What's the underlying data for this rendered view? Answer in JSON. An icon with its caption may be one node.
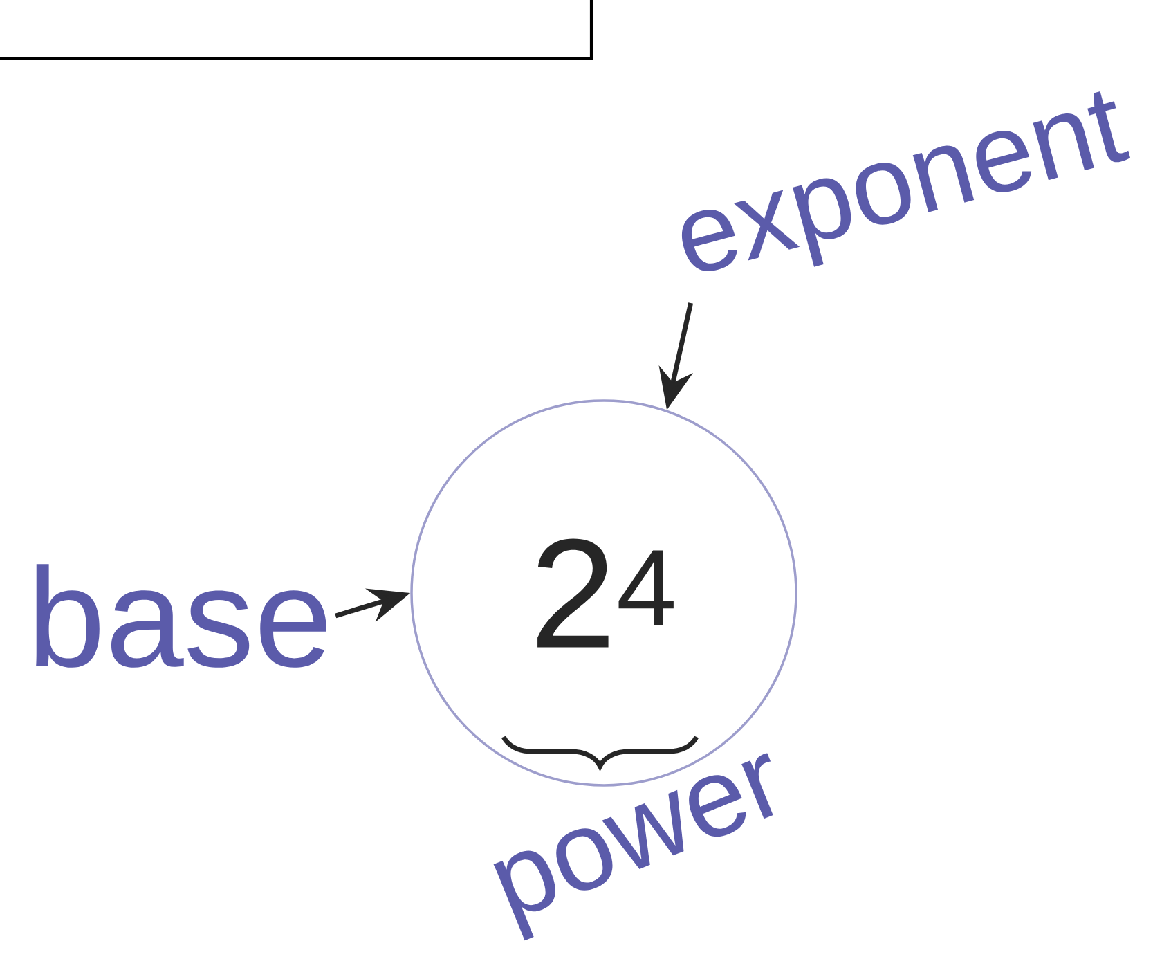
{
  "diagram": {
    "nodes": [
      {
        "text": [
          "base"
        ]
      },
      {
        "text": [
          "exponent"
        ]
      },
      {
        "text": [
          "2$^{4}$"
        ],
        "beside": [
          "power"
        ]
      }
    ],
    "edges": [
      {
        "from": 0,
        "to": 2,
        "arrow": "to"
      },
      {
        "from": 1,
        "to": 2,
        "arrow": "to"
      }
    ]
  }
}
